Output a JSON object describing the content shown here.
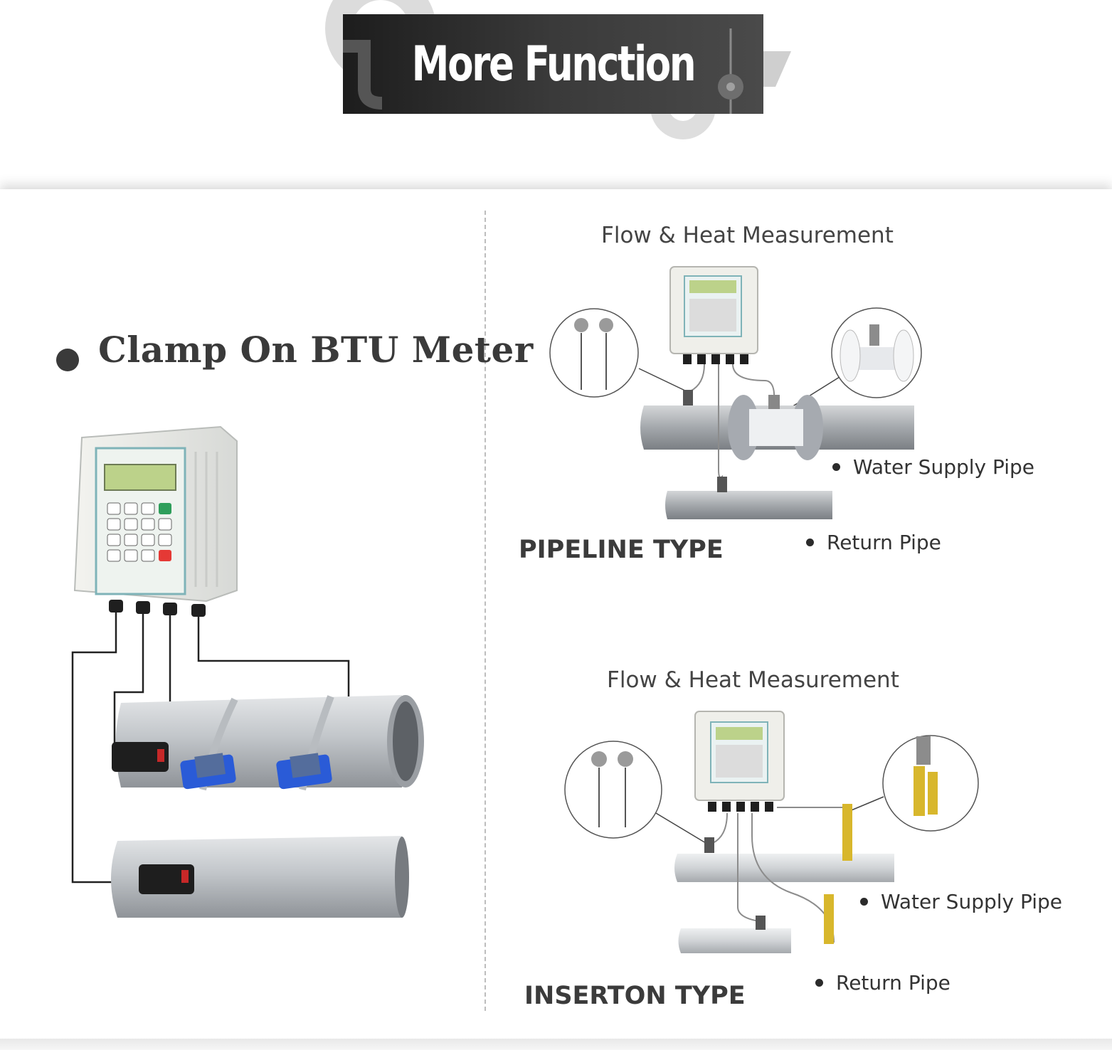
{
  "header": {
    "title": "More Function"
  },
  "left": {
    "heading": "Clamp On BTU Meter"
  },
  "pipeline_section": {
    "title": "Flow & Heat Measurement",
    "type_label": "PIPELINE TYPE",
    "supply_label": "Water Supply Pipe",
    "return_label": "Return Pipe"
  },
  "insertion_section": {
    "title": "Flow & Heat Measurement",
    "type_label": "INSERTON TYPE",
    "supply_label": "Water Supply Pipe",
    "return_label": "Return Pipe"
  },
  "colors": {
    "banner_dark": "#1d1d1d",
    "heading_text": "#3a3a3a",
    "keypad_red": "#e53935",
    "keypad_green": "#2e9e5b",
    "transducer_blue": "#2a5bd7",
    "pipe_grey": "#bfc3c7"
  },
  "icons": [
    "gear-icon",
    "pipe-icon",
    "gauge-needle-icon"
  ]
}
